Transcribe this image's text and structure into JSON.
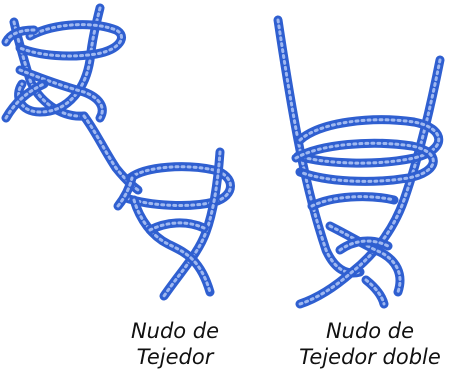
{
  "diagram": {
    "rope_color": "#2f5fd0",
    "rope_highlight": "#9fb8f0",
    "knots": [
      {
        "caption_line1": "Nudo de",
        "caption_line2": "Tejedor"
      },
      {
        "caption_line1": "Nudo de",
        "caption_line2": "Tejedor doble"
      }
    ]
  }
}
